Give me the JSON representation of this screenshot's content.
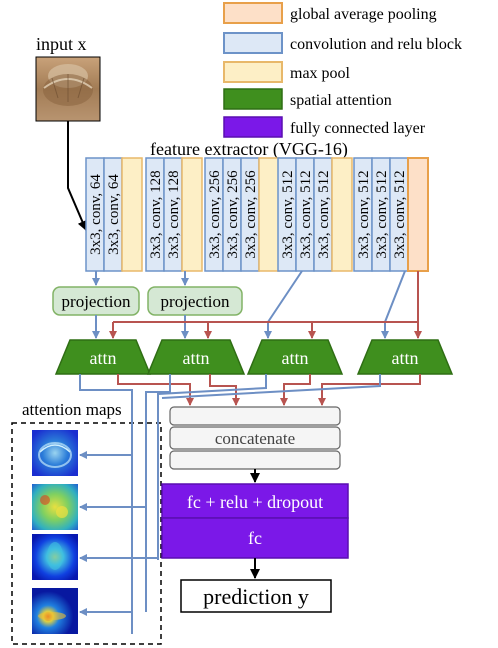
{
  "legend": [
    {
      "label": "global average pooling",
      "fill": "#fde0c8",
      "stroke": "#e8a04a"
    },
    {
      "label": "convolution and relu block",
      "fill": "#dde8f6",
      "stroke": "#6d93c8"
    },
    {
      "label": "max pool",
      "fill": "#fdefc6",
      "stroke": "#e8b86a"
    },
    {
      "label": "spatial attention",
      "fill": "#3f8f1e",
      "stroke": "#2f6e14"
    },
    {
      "label": "fully connected layer",
      "fill": "#7b18e8",
      "stroke": "#5a0fb0"
    }
  ],
  "input_label": "input x",
  "extractor_title": "feature extractor (VGG-16)",
  "conv_layers": [
    "3x3, conv, 64",
    "3x3, conv, 64",
    "3x3, conv, 128",
    "3x3, conv, 128",
    "3x3, conv, 256",
    "3x3, conv, 256",
    "3x3, conv, 256",
    "3x3, conv, 512",
    "3x3, conv, 512",
    "3x3, conv, 512",
    "3x3, conv, 512",
    "3x3, conv, 512",
    "3x3, conv, 512"
  ],
  "projection_label": "projection",
  "attn_label": "attn",
  "attention_maps_label": "attention maps",
  "concatenate_label": "concatenate",
  "fc_relu_label": "fc + relu + dropout",
  "fc_label": "fc",
  "prediction_label": "prediction y",
  "colors": {
    "blue_arrow": "#6d8fc4",
    "red_arrow": "#b85450",
    "projection_fill": "#d5e8d4",
    "projection_stroke": "#82b366",
    "concat_fill": "#f5f5f5",
    "concat_stroke": "#666666"
  }
}
